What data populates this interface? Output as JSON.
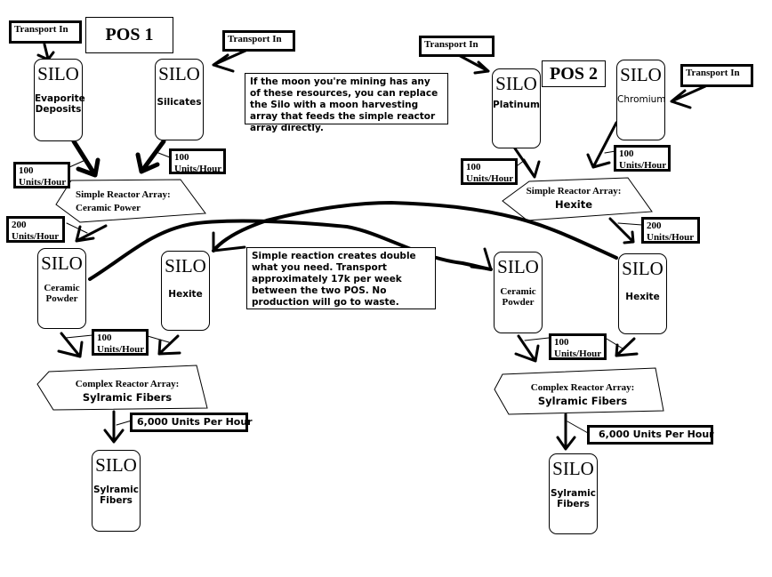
{
  "pos1": {
    "title": "POS 1",
    "transport_tags": [
      "Transport In",
      "Transport In"
    ],
    "silos": [
      {
        "title": "SILO",
        "label": "Evaporite Deposits"
      },
      {
        "title": "SILO",
        "label": "Silicates"
      },
      {
        "title": "SILO",
        "label": "Ceramic Powder"
      },
      {
        "title": "SILO",
        "label": "Hexite"
      },
      {
        "title": "SILO",
        "label": "Sylramic Fibers"
      }
    ],
    "rates": {
      "evaporite_in": {
        "amount": "100",
        "unit": "Units/Hour"
      },
      "silicates_in": {
        "amount": "100",
        "unit": "Units/Hour"
      },
      "ceramic_out": {
        "amount": "200",
        "unit": "Units/Hour"
      },
      "complex_in": {
        "amount": "100",
        "unit": "Units/Hour"
      },
      "complex_out": "6,000 Units Per Hour"
    },
    "simple_reactor": {
      "heading": "Simple Reactor Array:",
      "product": "Ceramic Power"
    },
    "complex_reactor": {
      "heading": "Complex Reactor Array:",
      "product": "Sylramic  Fibers"
    }
  },
  "pos2": {
    "title": "POS 2",
    "transport_tags": [
      "Transport In",
      "Transport In"
    ],
    "silos": [
      {
        "title": "SILO",
        "label": "Platinum"
      },
      {
        "title": "SILO",
        "label": "Chromium"
      },
      {
        "title": "SILO",
        "label": "Ceramic Powder"
      },
      {
        "title": "SILO",
        "label": "Hexite"
      },
      {
        "title": "SILO",
        "label": "Sylramic Fibers"
      }
    ],
    "rates": {
      "platinum_in": {
        "amount": "100",
        "unit": "Units/Hour"
      },
      "chromium_in": {
        "amount": "100",
        "unit": "Units/Hour"
      },
      "hexite_out": {
        "amount": "200",
        "unit": "Units/Hour"
      },
      "complex_in": {
        "amount": "100",
        "unit": "Units/Hour"
      },
      "complex_out": "6,000 Units Per Hour"
    },
    "simple_reactor": {
      "heading": "Simple Reactor Array:",
      "product": "Hexite"
    },
    "complex_reactor": {
      "heading": "Complex Reactor Array:",
      "product": "Sylramic  Fibers"
    }
  },
  "notes": {
    "moon_harvesting": "If the moon you're mining has any of these resources, you can replace the Silo with a moon harvesting array that feeds the simple reactor array directly.",
    "transport": "Simple reaction creates double what you need. Transport approximately 17k per week between the two POS. No production will go to waste."
  }
}
